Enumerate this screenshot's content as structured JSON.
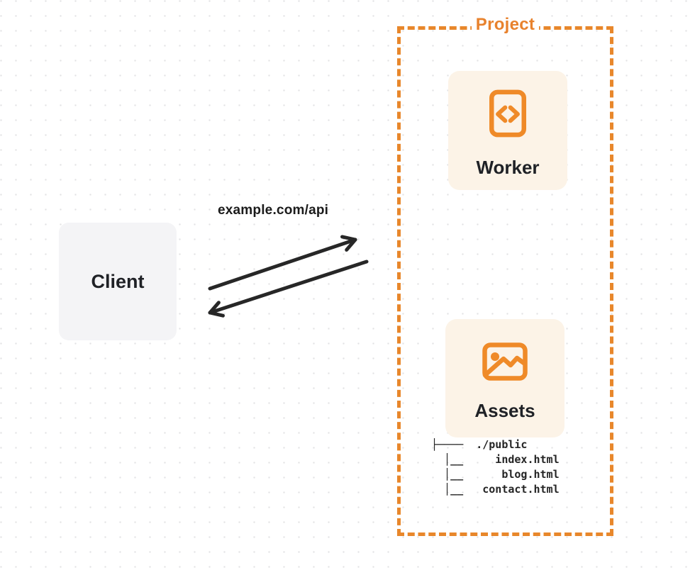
{
  "colors": {
    "accent_orange": "#E8872B",
    "card_cream": "#FCF3E7",
    "client_gray": "#F4F4F6",
    "ink": "#1f2126",
    "arrow": "#272727"
  },
  "client": {
    "label": "Client"
  },
  "request": {
    "label": "example.com/api"
  },
  "project": {
    "title": "Project",
    "worker": {
      "label": "Worker",
      "icon": "code-file-icon"
    },
    "assets": {
      "label": "Assets",
      "icon": "image-icon",
      "file_tree": [
        "├────  ./public",
        "  │__     index.html",
        "  │__      blog.html",
        "  │__   contact.html"
      ]
    }
  }
}
